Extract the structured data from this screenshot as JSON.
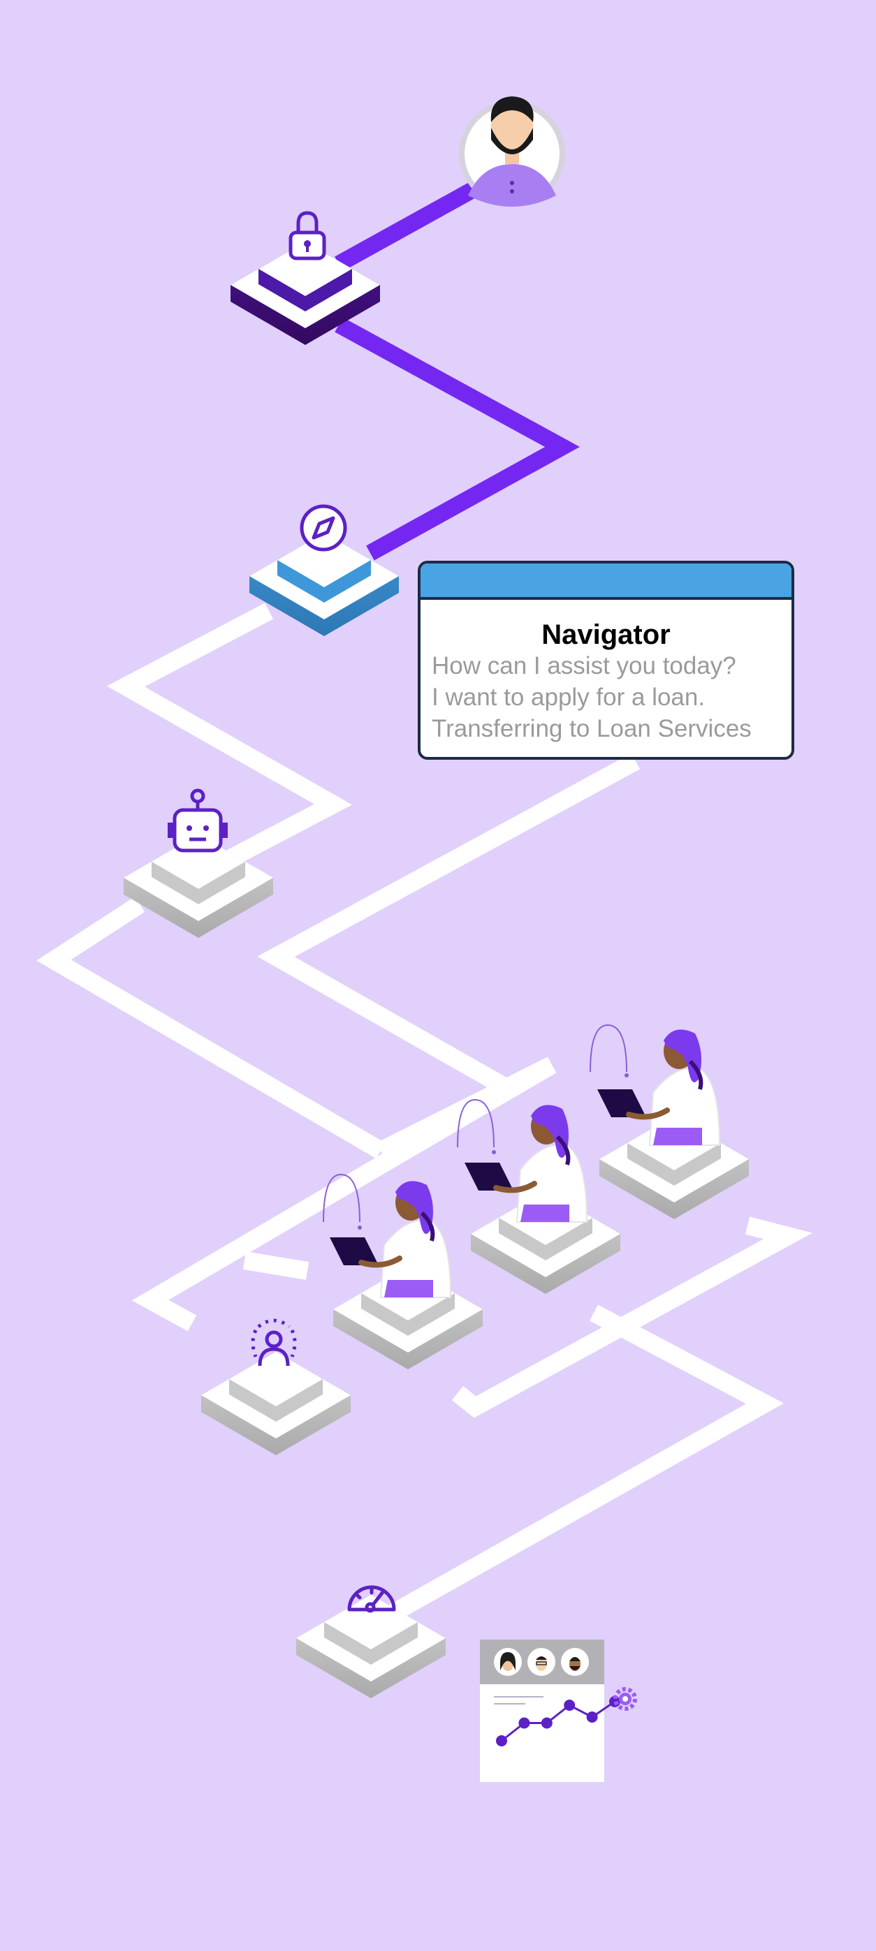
{
  "colors": {
    "background": "#e0d0fb",
    "active_path": "#7527f2",
    "inactive_path": "#ffffff",
    "lock_node": "#4c169b",
    "navigator_node": "#4aa3e3",
    "icon": "#5b21c4",
    "popup_header": "#4aa3e3"
  },
  "nodes": [
    {
      "id": "customer",
      "icon": "bearded-man-avatar"
    },
    {
      "id": "authentication",
      "icon": "lock-icon"
    },
    {
      "id": "navigator",
      "icon": "compass-icon"
    },
    {
      "id": "bot",
      "icon": "robot-icon"
    },
    {
      "id": "agent-1",
      "icon": "agent-with-laptop"
    },
    {
      "id": "agent-2",
      "icon": "agent-with-laptop"
    },
    {
      "id": "agent-3",
      "icon": "agent-with-laptop"
    },
    {
      "id": "supervisor",
      "icon": "person-with-dots-icon"
    },
    {
      "id": "analytics",
      "icon": "gauge-icon"
    }
  ],
  "popup": {
    "title": "Navigator",
    "lines": [
      "How can I assist you today?",
      "I want to apply for a loan.",
      "Transferring to Loan Services"
    ]
  },
  "dashboard_card": {
    "avatar_count": 3,
    "chart_values": [
      1,
      2.5,
      2.5,
      4,
      3,
      4.3
    ]
  }
}
